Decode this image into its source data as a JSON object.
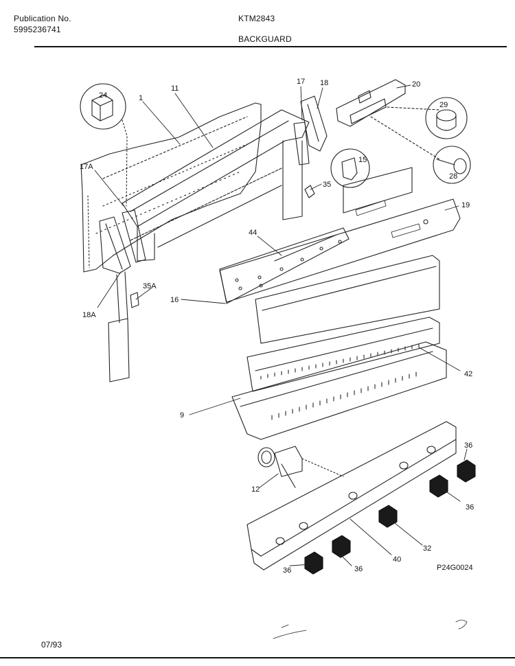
{
  "header": {
    "publication_label": "Publication No.",
    "publication_number": "5995236741",
    "model": "KTM2843",
    "section": "BACKGUARD"
  },
  "footer": {
    "date": "07/93",
    "diagram_code": "P24G0024"
  },
  "callouts": [
    "1",
    "11",
    "17",
    "18",
    "20",
    "24",
    "29",
    "17A",
    "15",
    "35",
    "28",
    "19",
    "44",
    "35A",
    "16",
    "18A",
    "42",
    "9",
    "36",
    "12",
    "36",
    "32",
    "40",
    "36",
    "36",
    "36"
  ]
}
